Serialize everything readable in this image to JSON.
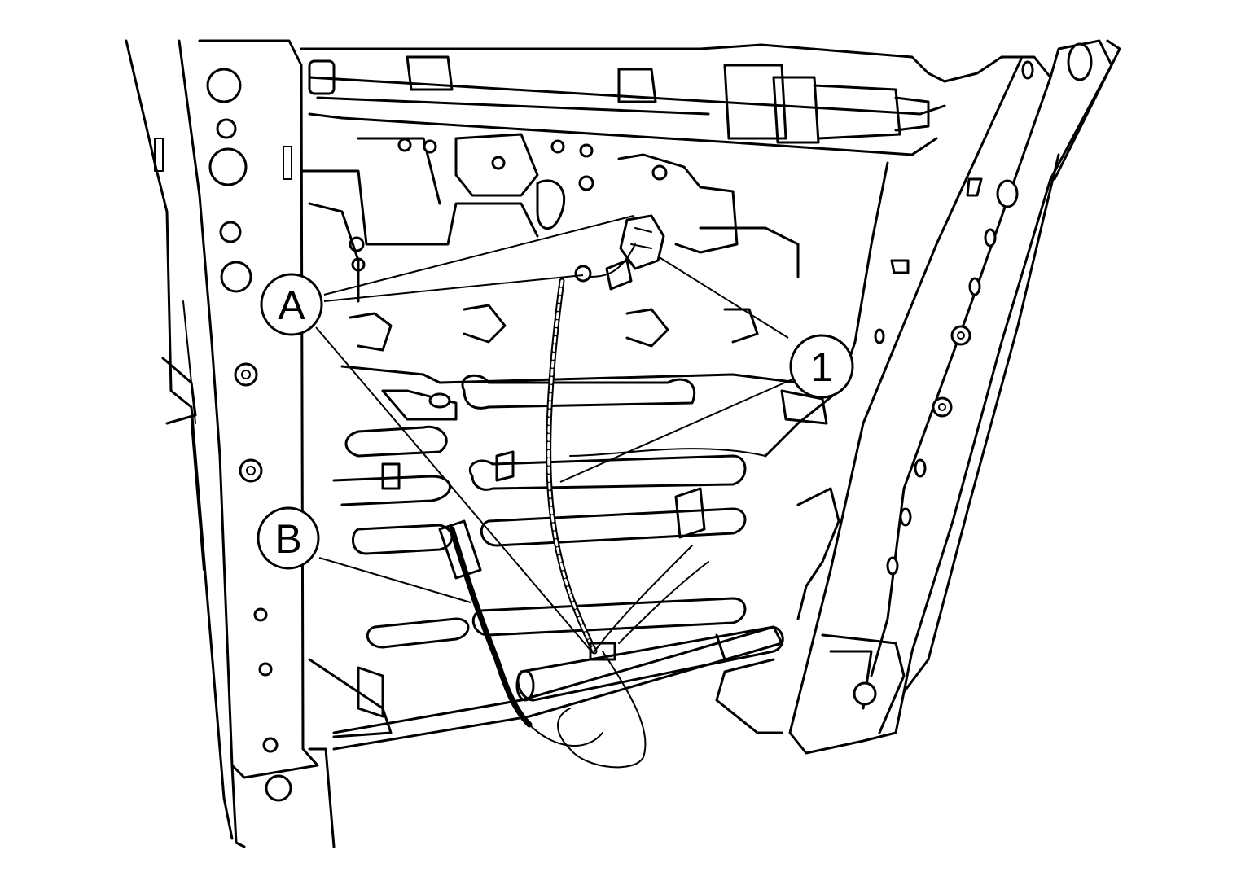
{
  "callouts": {
    "a": {
      "label": "A"
    },
    "b": {
      "label": "B"
    },
    "one": {
      "label": "1"
    }
  }
}
